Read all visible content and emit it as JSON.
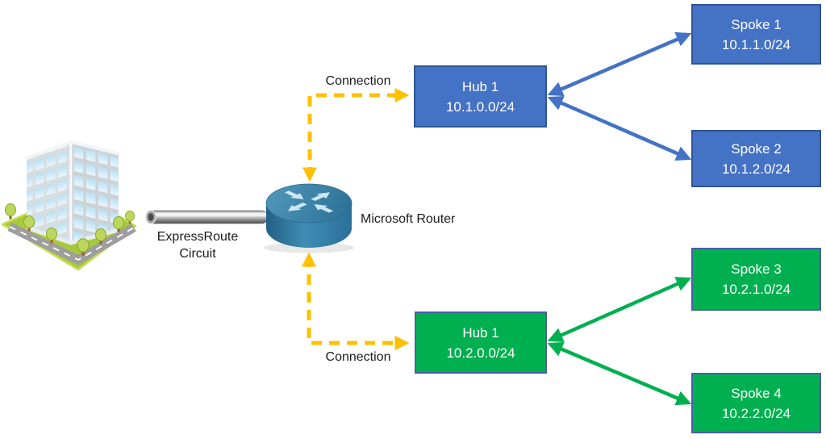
{
  "labels": {
    "expressroute_line1": "ExpressRoute",
    "expressroute_line2": "Circuit",
    "microsoft_router": "Microsoft Router",
    "connection_top": "Connection",
    "connection_bottom": "Connection"
  },
  "nodes": [
    {
      "id": "hub-1-blue",
      "title": "Hub 1",
      "subnet": "10.1.0.0/24",
      "fill": "#4472C4",
      "border": "#2F5597",
      "text_color": "#FFFFFF"
    },
    {
      "id": "spoke-1",
      "title": "Spoke 1",
      "subnet": "10.1.1.0/24",
      "fill": "#4472C4",
      "border": "#2F5597",
      "text_color": "#FFFFFF"
    },
    {
      "id": "spoke-2",
      "title": "Spoke 2",
      "subnet": "10.1.2.0/24",
      "fill": "#4472C4",
      "border": "#2F5597",
      "text_color": "#FFFFFF"
    },
    {
      "id": "hub-1-green",
      "title": "Hub 1",
      "subnet": "10.2.0.0/24",
      "fill": "#00B050",
      "border": "#4A5FA8",
      "text_color": "#FFFFFF"
    },
    {
      "id": "spoke-3",
      "title": "Spoke 3",
      "subnet": "10.2.1.0/24",
      "fill": "#00B050",
      "border": "#4A5FA8",
      "text_color": "#FFFFFF"
    },
    {
      "id": "spoke-4",
      "title": "Spoke 4",
      "subnet": "10.2.2.0/24",
      "fill": "#00B050",
      "border": "#4A5FA8",
      "text_color": "#FFFFFF"
    }
  ],
  "colors": {
    "connection_dash": "#FFC000",
    "blue_arrow": "#4472C4",
    "green_arrow": "#00B050"
  }
}
